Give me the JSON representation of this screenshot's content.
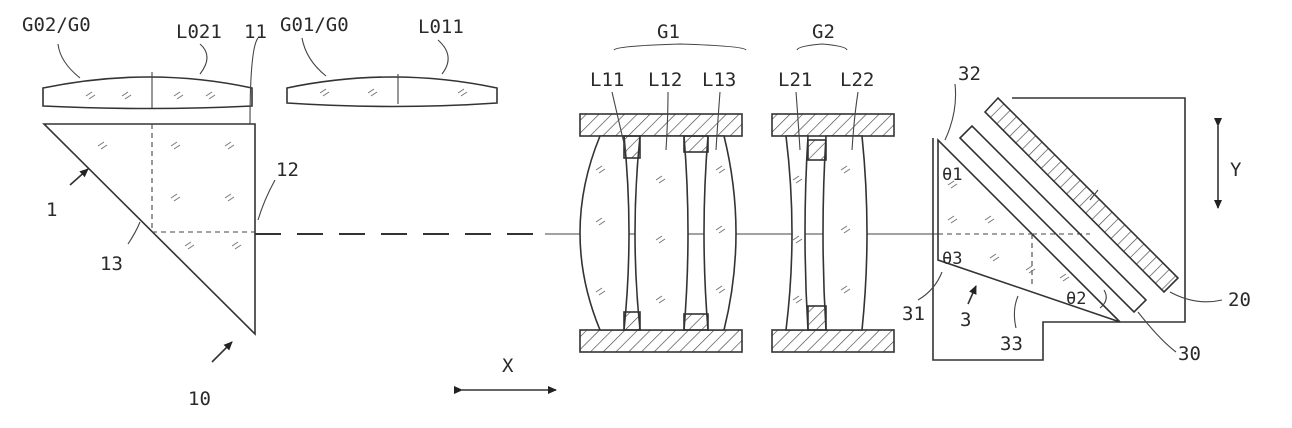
{
  "labels": {
    "g02_g0": "G02/G0",
    "l021": "L021",
    "n11": "11",
    "g01_g0": "G01/G0",
    "l011": "L011",
    "g1": "G1",
    "g2": "G2",
    "l11": "L11",
    "l12": "L12",
    "l13": "L13",
    "l21": "L21",
    "l22": "L22",
    "n32": "32",
    "n12": "12",
    "n1": "1",
    "n13": "13",
    "n10": "10",
    "y_axis": "Y",
    "x_axis": "X",
    "theta1": "θ1",
    "theta3": "θ3",
    "theta2": "θ2",
    "n31": "31",
    "n3": "3",
    "n33": "33",
    "n20": "20",
    "n30": "30"
  }
}
